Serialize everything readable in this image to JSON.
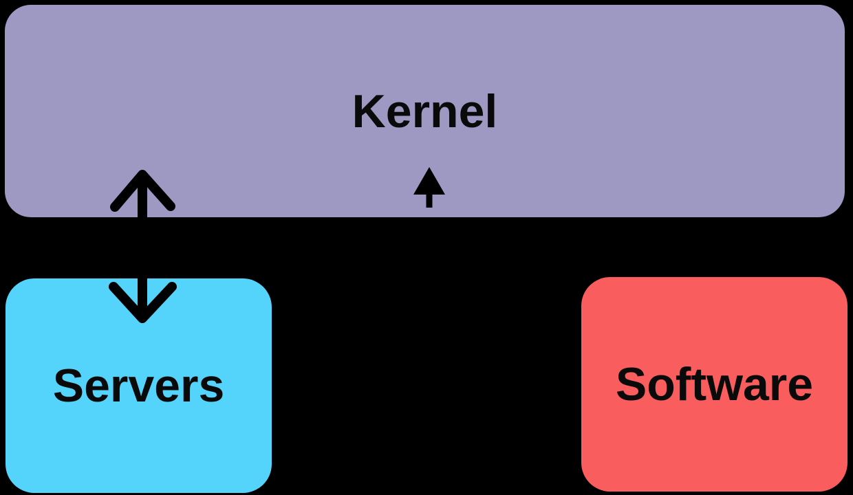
{
  "canvas": {
    "background": "#000000",
    "text_color": "#0a0a0a"
  },
  "diagram": {
    "nodes": [
      {
        "id": "kernel",
        "label": "Kernel",
        "fill": "#9E99C2",
        "position": "top-full-width"
      },
      {
        "id": "servers",
        "label": "Servers",
        "fill": "#55D4FB",
        "position": "bottom-left"
      },
      {
        "id": "software",
        "label": "Software",
        "fill": "#FA5D5D",
        "position": "bottom-right"
      }
    ],
    "arrows": [
      {
        "id": "kernel-servers-arrow",
        "style": "double-headed-stroke",
        "between": [
          "kernel",
          "servers"
        ],
        "color": "#000000"
      },
      {
        "id": "up-arrow-into-kernel",
        "style": "single-filled-head",
        "points_to": "kernel",
        "color": "#000000"
      }
    ]
  }
}
